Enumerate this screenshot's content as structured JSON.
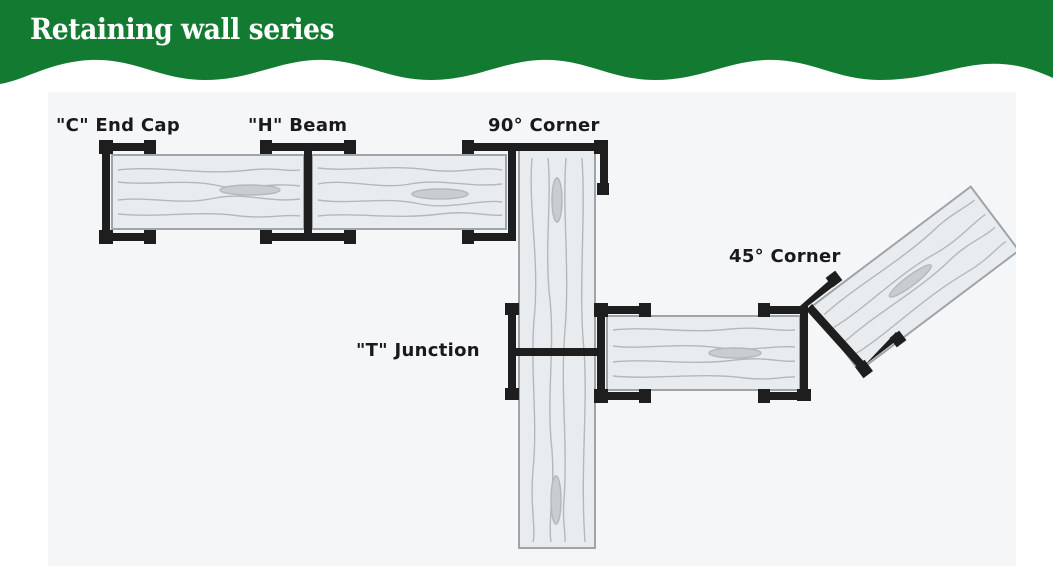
{
  "header": {
    "title": "Retaining wall series",
    "color": "#137a32"
  },
  "labels": {
    "c_end_cap": "\"C\" End Cap",
    "h_beam": "\"H\" Beam",
    "corner_90": "90° Corner",
    "corner_45": "45° Corner",
    "t_junction": "\"T\" Junction"
  },
  "colors": {
    "steel": "#1e1e1e",
    "wood_fill": "#e9ecef",
    "wood_edge": "#9ea4aa",
    "wood_grain": "#b3b8bd",
    "background": "#f5f6f8"
  }
}
